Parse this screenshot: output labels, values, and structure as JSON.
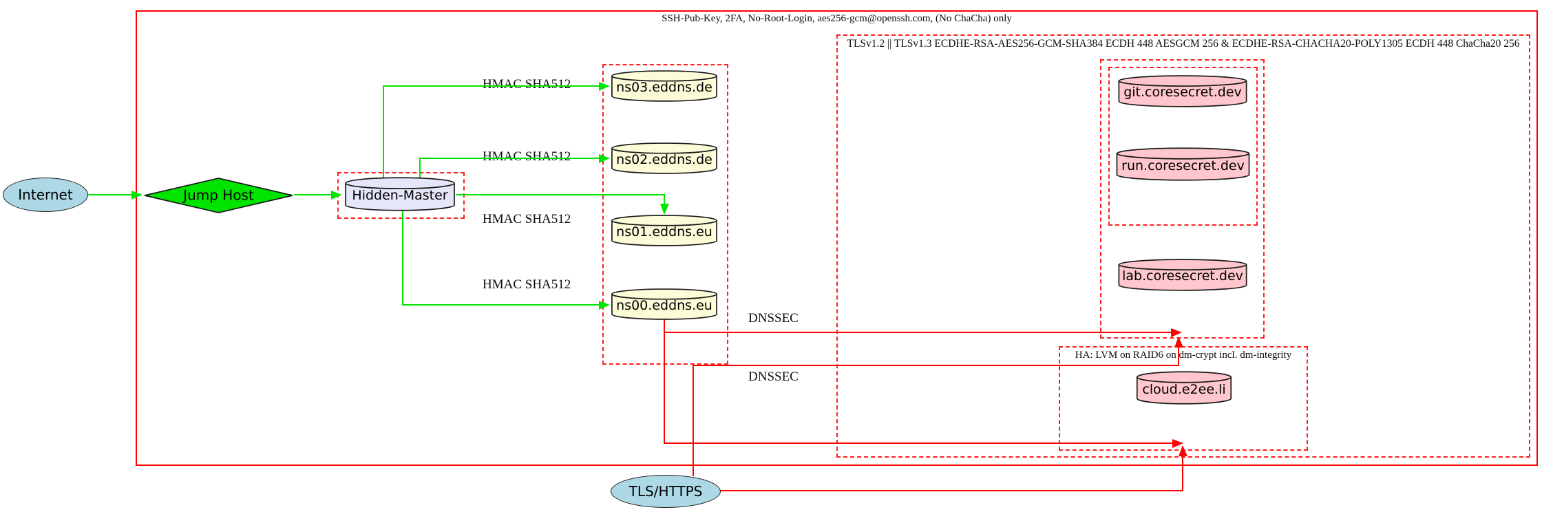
{
  "diagram": {
    "clusters": {
      "ssh": {
        "label": "SSH-Pub-Key, 2FA, No-Root-Login, aes256-gcm@openssh.com, (No ChaCha) only"
      },
      "tls": {
        "label": "TLSv1.2 || TLSv1.3 ECDHE-RSA-AES256-GCM-SHA384 ECDH 448 AESGCM 256 & ECDHE-RSA-CHACHA20-POLY1305 ECDH 448 ChaCha20 256"
      },
      "ha": {
        "label": "HA: LVM on RAID6 on dm-crypt incl. dm-integrity"
      }
    },
    "nodes": {
      "internet": {
        "label": "Internet"
      },
      "jump_host": {
        "label": "Jump Host"
      },
      "hidden_master": {
        "label": "Hidden-Master"
      },
      "ns03": {
        "label": "ns03.eddns.de"
      },
      "ns02": {
        "label": "ns02.eddns.de"
      },
      "ns01": {
        "label": "ns01.eddns.eu"
      },
      "ns00": {
        "label": "ns00.eddns.eu"
      },
      "git": {
        "label": "git.coresecret.dev"
      },
      "run": {
        "label": "run.coresecret.dev"
      },
      "lab": {
        "label": "lab.coresecret.dev"
      },
      "cloud": {
        "label": "cloud.e2ee.li"
      },
      "tls_https": {
        "label": "TLS/HTTPS"
      }
    },
    "edge_labels": {
      "hmac": "HMAC SHA512",
      "dnssec": "DNSSEC"
    },
    "colors": {
      "edge_green": "#00e400",
      "edge_red": "#ff0000",
      "cluster_border_red": "#ff1f1f",
      "node_blue": "#add8e6",
      "node_lavender": "#e6e6fa",
      "node_lightyellow": "#fcfcd9",
      "node_pink": "#ffc6cd",
      "node_border": "#1a1a1a"
    }
  }
}
